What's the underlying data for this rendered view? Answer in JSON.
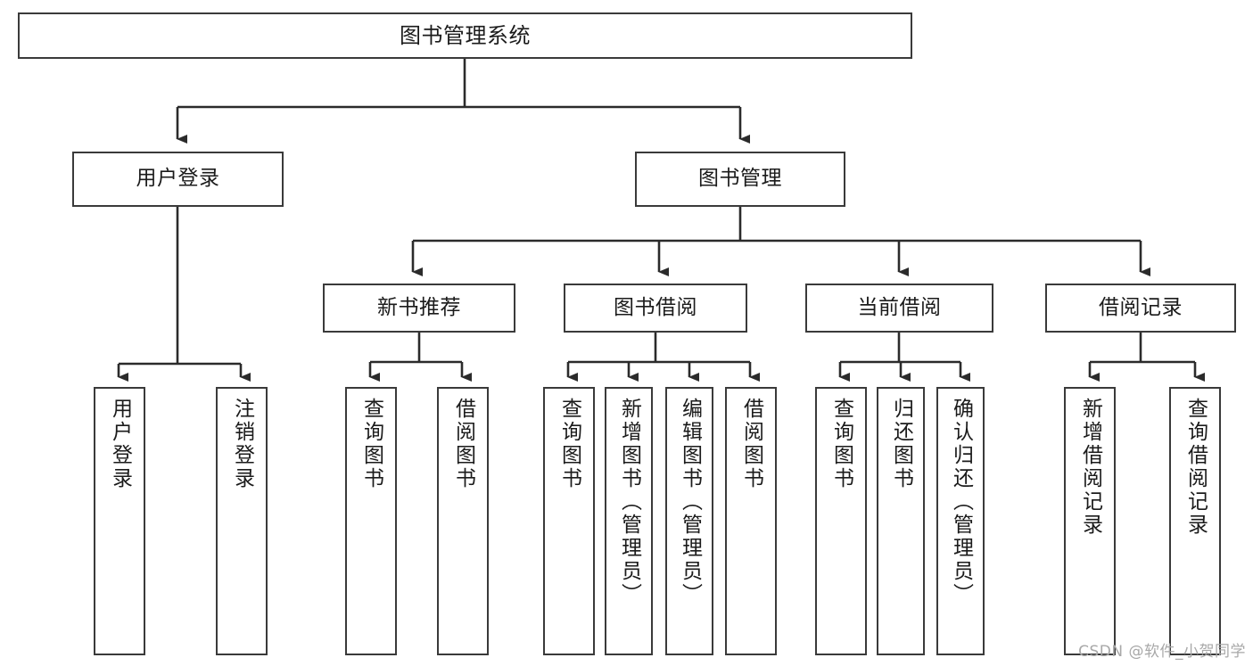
{
  "diagram": {
    "title": "图书管理系统",
    "watermark": "CSDN @软件_小贺同学",
    "colors": {
      "background": "#ffffff",
      "box_border": "#3a3a3a",
      "connector": "#2b2b2b",
      "text": "#1b1b1b",
      "watermark": "#a8a8a8"
    },
    "nodes": {
      "root": {
        "label": "图书管理系统"
      },
      "level2": [
        {
          "id": "user-login",
          "label": "用户登录"
        },
        {
          "id": "book-management",
          "label": "图书管理"
        }
      ],
      "level3": [
        {
          "id": "new-book-recommend",
          "label": "新书推荐"
        },
        {
          "id": "book-borrow",
          "label": "图书借阅"
        },
        {
          "id": "current-borrow",
          "label": "当前借阅"
        },
        {
          "id": "borrow-record",
          "label": "借阅记录"
        }
      ],
      "leaves": {
        "user-login": [
          {
            "id": "leaf-user-login",
            "label": "用户登录"
          },
          {
            "id": "leaf-user-logout",
            "label": "注销登录"
          }
        ],
        "new-book-recommend": [
          {
            "id": "leaf-query-book-1",
            "label": "查询图书"
          },
          {
            "id": "leaf-borrow-book-1",
            "label": "借阅图书"
          }
        ],
        "book-borrow": [
          {
            "id": "leaf-query-book-2",
            "label": "查询图书"
          },
          {
            "id": "leaf-add-book",
            "label": "新增图书（管理员）"
          },
          {
            "id": "leaf-edit-book",
            "label": "编辑图书（管理员）"
          },
          {
            "id": "leaf-borrow-book-2",
            "label": "借阅图书"
          }
        ],
        "current-borrow": [
          {
            "id": "leaf-query-book-3",
            "label": "查询图书"
          },
          {
            "id": "leaf-return-book",
            "label": "归还图书"
          },
          {
            "id": "leaf-confirm-return",
            "label": "确认归还（管理员）"
          }
        ],
        "borrow-record": [
          {
            "id": "leaf-add-record",
            "label": "新增借阅记录"
          },
          {
            "id": "leaf-query-record",
            "label": "查询借阅记录"
          }
        ]
      }
    }
  }
}
